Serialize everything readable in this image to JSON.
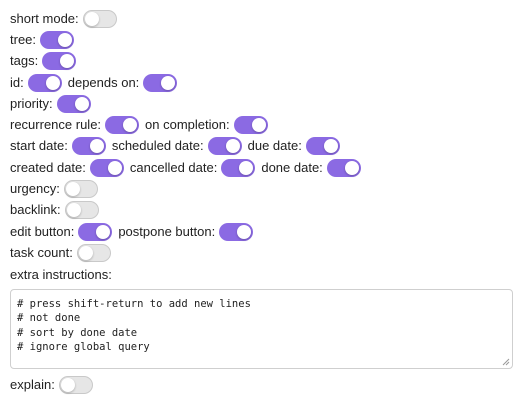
{
  "settings": {
    "short_mode": {
      "label": "short mode:",
      "on": false
    },
    "tree": {
      "label": "tree:",
      "on": true
    },
    "tags": {
      "label": "tags:",
      "on": true
    },
    "id": {
      "label": "id:",
      "on": true
    },
    "depends_on": {
      "label": "depends on:",
      "on": true
    },
    "priority": {
      "label": "priority:",
      "on": true
    },
    "recurrence_rule": {
      "label": "recurrence rule:",
      "on": true
    },
    "on_completion": {
      "label": "on completion:",
      "on": true
    },
    "start_date": {
      "label": "start date:",
      "on": true
    },
    "scheduled_date": {
      "label": "scheduled date:",
      "on": true
    },
    "due_date": {
      "label": "due date:",
      "on": true
    },
    "created_date": {
      "label": "created date:",
      "on": true
    },
    "cancelled_date": {
      "label": "cancelled date:",
      "on": true
    },
    "done_date": {
      "label": "done date:",
      "on": true
    },
    "urgency": {
      "label": "urgency:",
      "on": false
    },
    "backlink": {
      "label": "backlink:",
      "on": false
    },
    "edit_button": {
      "label": "edit button:",
      "on": true
    },
    "postpone_button": {
      "label": "postpone button:",
      "on": true
    },
    "task_count": {
      "label": "task count:",
      "on": false
    },
    "explain": {
      "label": "explain:",
      "on": false
    }
  },
  "extra_instructions": {
    "label": "extra instructions:",
    "value": "# press shift-return to add new lines\n# not done\n# sort by done date\n# ignore global query"
  },
  "colors": {
    "toggle_on": "#8b6ae3",
    "toggle_off": "#e6e6e6"
  }
}
